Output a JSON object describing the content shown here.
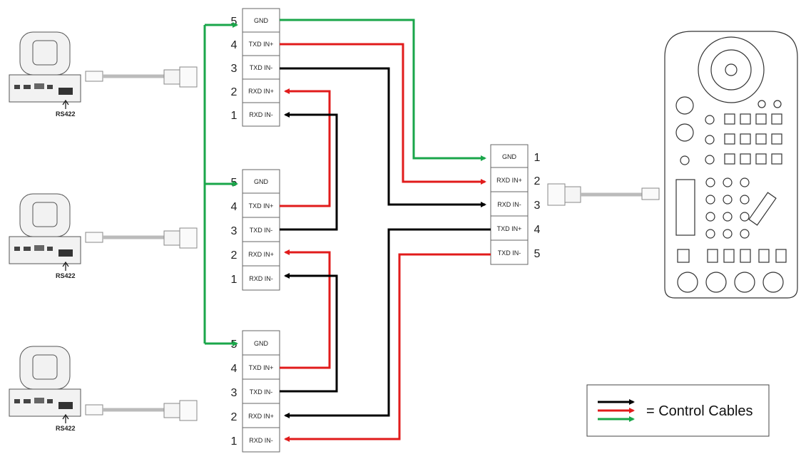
{
  "colors": {
    "black": "#000000",
    "red": "#e11b1b",
    "green": "#1aa64a"
  },
  "camera_label": "RS422",
  "terminal_blocks": {
    "camera1": {
      "pins": [
        {
          "num": "5",
          "label": "GND"
        },
        {
          "num": "4",
          "label": "TXD IN+"
        },
        {
          "num": "3",
          "label": "TXD IN-"
        },
        {
          "num": "2",
          "label": "RXD IN+"
        },
        {
          "num": "1",
          "label": "RXD IN-"
        }
      ]
    },
    "camera2": {
      "pins": [
        {
          "num": "5",
          "label": "GND"
        },
        {
          "num": "4",
          "label": "TXD IN+"
        },
        {
          "num": "3",
          "label": "TXD IN-"
        },
        {
          "num": "2",
          "label": "RXD IN+"
        },
        {
          "num": "1",
          "label": "RXD IN-"
        }
      ]
    },
    "camera3": {
      "pins": [
        {
          "num": "5",
          "label": "GND"
        },
        {
          "num": "4",
          "label": "TXD IN+"
        },
        {
          "num": "3",
          "label": "TXD IN-"
        },
        {
          "num": "2",
          "label": "RXD IN+"
        },
        {
          "num": "1",
          "label": "RXD IN-"
        }
      ]
    },
    "controller": {
      "pins": [
        {
          "num": "1",
          "label": "GND"
        },
        {
          "num": "2",
          "label": "RXD IN+"
        },
        {
          "num": "3",
          "label": "RXD IN-"
        },
        {
          "num": "4",
          "label": "TXD IN+"
        },
        {
          "num": "5",
          "label": "TXD IN-"
        }
      ]
    }
  },
  "legend": {
    "text": "= Control Cables"
  }
}
